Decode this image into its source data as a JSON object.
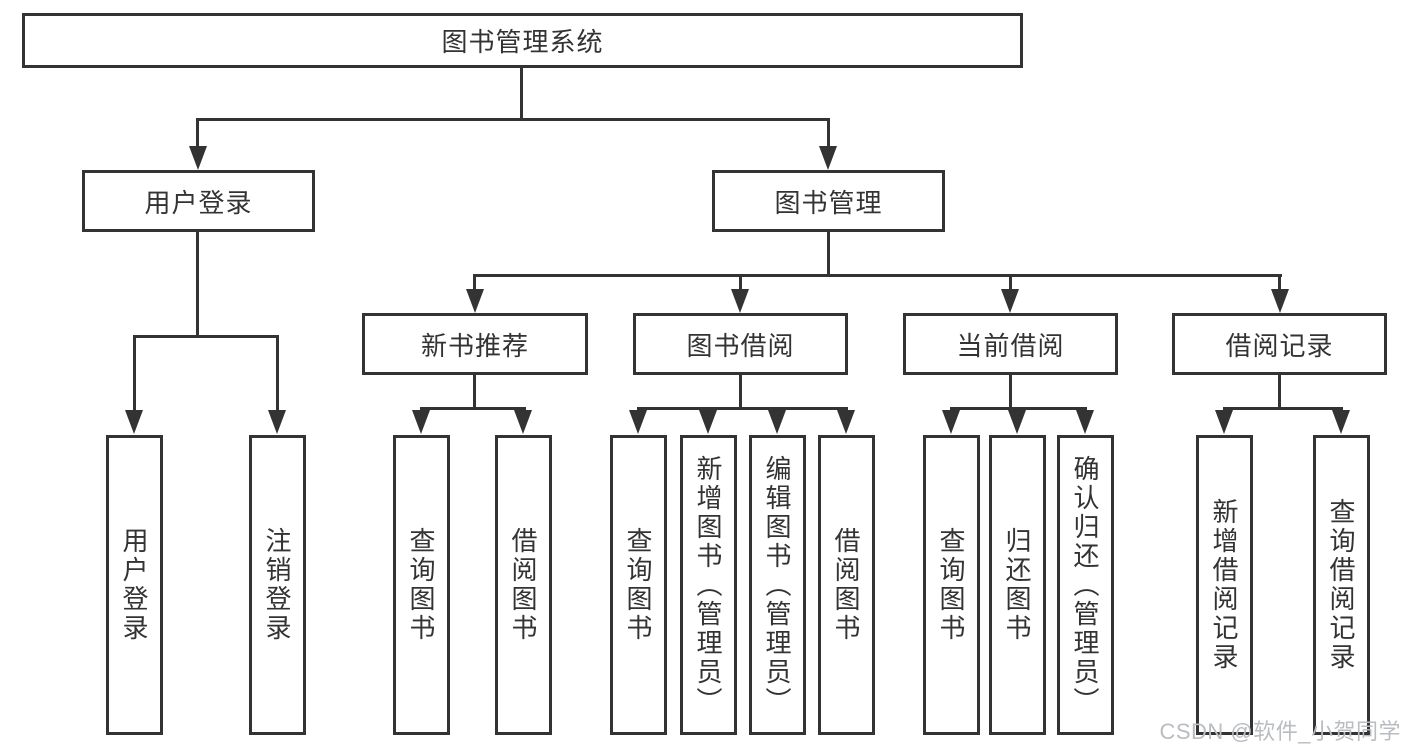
{
  "diagram": {
    "title": "图书管理系统",
    "level2": {
      "user_login": "用户登录",
      "book_mgmt": "图书管理"
    },
    "level3": {
      "new_book": "新书推荐",
      "borrow": "图书借阅",
      "current": "当前借阅",
      "records": "借阅记录"
    },
    "leaves": {
      "user_login": "用户登录",
      "logout": "注销登录",
      "nb_query": "查询图书",
      "nb_borrow": "借阅图书",
      "bw_query": "查询图书",
      "bw_add": "新增图书（管理员）",
      "bw_edit": "编辑图书（管理员）",
      "bw_borrow": "借阅图书",
      "cb_query": "查询图书",
      "cb_return": "归还图书",
      "cb_confirm": "确认归还（管理员）",
      "br_add": "新增借阅记录",
      "br_query": "查询借阅记录"
    }
  },
  "watermark": "CSDN @软件_小贺同学",
  "colors": {
    "line": "#333333",
    "text": "#333333",
    "watermark": "#b9bdc1",
    "background": "#ffffff"
  }
}
